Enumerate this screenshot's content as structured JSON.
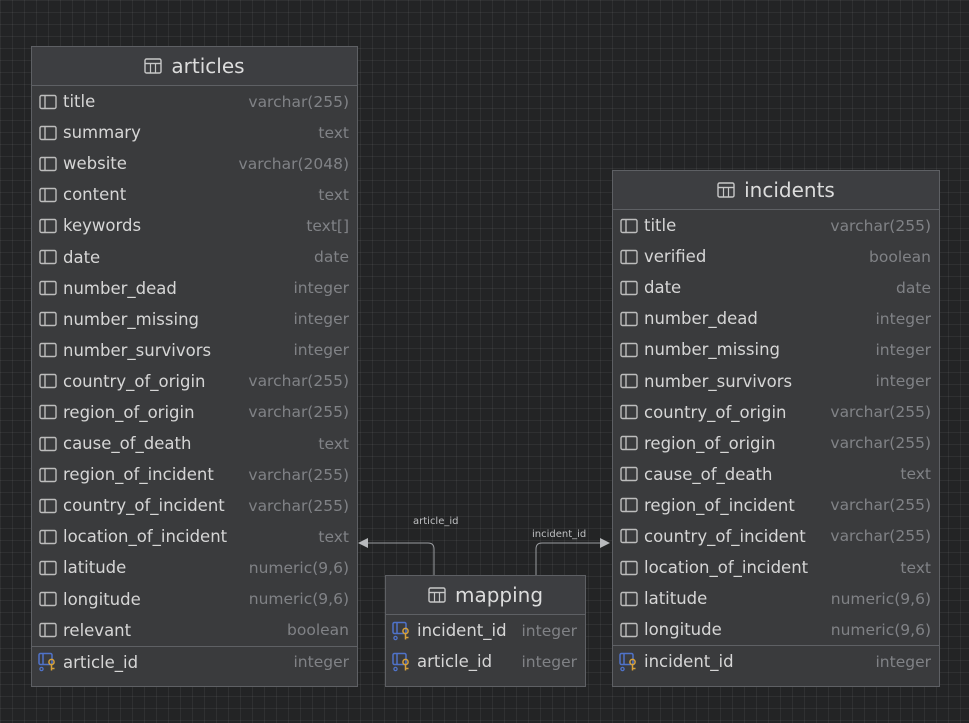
{
  "colors": {
    "background": "#232425",
    "table_bg": "#3a3b3d",
    "border": "#5e6064",
    "key_icon_blue": "#4f73c9",
    "key_icon_gold": "#d7a13a"
  },
  "tables": {
    "articles": {
      "name": "articles",
      "columns": [
        {
          "name": "title",
          "type": "varchar(255)"
        },
        {
          "name": "summary",
          "type": "text"
        },
        {
          "name": "website",
          "type": "varchar(2048)"
        },
        {
          "name": "content",
          "type": "text"
        },
        {
          "name": "keywords",
          "type": "text[]"
        },
        {
          "name": "date",
          "type": "date"
        },
        {
          "name": "number_dead",
          "type": "integer"
        },
        {
          "name": "number_missing",
          "type": "integer"
        },
        {
          "name": "number_survivors",
          "type": "integer"
        },
        {
          "name": "country_of_origin",
          "type": "varchar(255)"
        },
        {
          "name": "region_of_origin",
          "type": "varchar(255)"
        },
        {
          "name": "cause_of_death",
          "type": "text"
        },
        {
          "name": "region_of_incident",
          "type": "varchar(255)"
        },
        {
          "name": "country_of_incident",
          "type": "varchar(255)"
        },
        {
          "name": "location_of_incident",
          "type": "text"
        },
        {
          "name": "latitude",
          "type": "numeric(9,6)"
        },
        {
          "name": "longitude",
          "type": "numeric(9,6)"
        },
        {
          "name": "relevant",
          "type": "boolean"
        },
        {
          "name": "article_id",
          "type": "integer",
          "key": true
        }
      ]
    },
    "incidents": {
      "name": "incidents",
      "columns": [
        {
          "name": "title",
          "type": "varchar(255)"
        },
        {
          "name": "verified",
          "type": "boolean"
        },
        {
          "name": "date",
          "type": "date"
        },
        {
          "name": "number_dead",
          "type": "integer"
        },
        {
          "name": "number_missing",
          "type": "integer"
        },
        {
          "name": "number_survivors",
          "type": "integer"
        },
        {
          "name": "country_of_origin",
          "type": "varchar(255)"
        },
        {
          "name": "region_of_origin",
          "type": "varchar(255)"
        },
        {
          "name": "cause_of_death",
          "type": "text"
        },
        {
          "name": "region_of_incident",
          "type": "varchar(255)"
        },
        {
          "name": "country_of_incident",
          "type": "varchar(255)"
        },
        {
          "name": "location_of_incident",
          "type": "text"
        },
        {
          "name": "latitude",
          "type": "numeric(9,6)"
        },
        {
          "name": "longitude",
          "type": "numeric(9,6)"
        },
        {
          "name": "incident_id",
          "type": "integer",
          "key": true
        }
      ]
    },
    "mapping": {
      "name": "mapping",
      "columns": [
        {
          "name": "incident_id",
          "type": "integer",
          "key": true
        },
        {
          "name": "article_id",
          "type": "integer",
          "key": true
        }
      ]
    }
  },
  "relations": {
    "article_label": "article_id",
    "incident_label": "incident_id"
  }
}
